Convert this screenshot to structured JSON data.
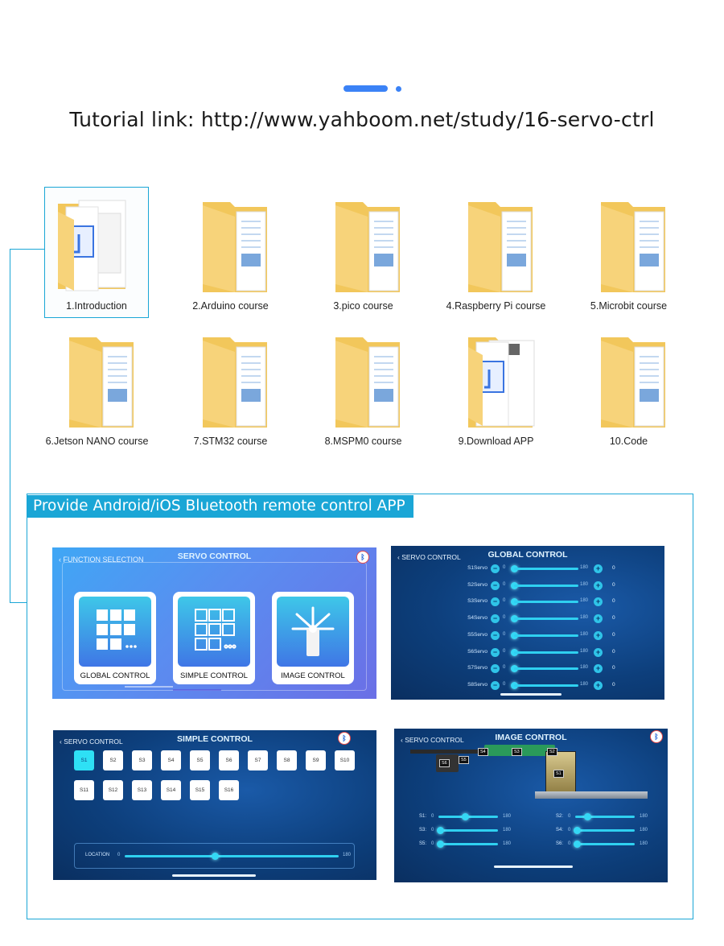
{
  "tutorial": {
    "text": "Tutorial link: http://www.yahboom.net/study/16-servo-ctrl"
  },
  "folders": [
    {
      "label": "1.Introduction",
      "icon": "document-folder-icon"
    },
    {
      "label": "2.Arduino course",
      "icon": "folder-icon"
    },
    {
      "label": "3.pico course",
      "icon": "folder-icon"
    },
    {
      "label": "4.Raspberry Pi course",
      "icon": "folder-icon"
    },
    {
      "label": "5.Microbit course",
      "icon": "folder-icon"
    },
    {
      "label": "6.Jetson NANO course",
      "icon": "folder-icon"
    },
    {
      "label": "7.STM32 course",
      "icon": "folder-icon"
    },
    {
      "label": "8.MSPM0 course",
      "icon": "folder-icon"
    },
    {
      "label": "9.Download APP",
      "icon": "document-folder-icon"
    },
    {
      "label": "10.Code",
      "icon": "folder-icon"
    }
  ],
  "app_banner": {
    "text": "Provide Android/iOS Bluetooth remote control APP"
  },
  "servo_control": {
    "back": "FUNCTION SELECTION",
    "title": "SERVO CONTROL",
    "cards": [
      "GLOBAL CONTROL",
      "SIMPLE CONTROL",
      "IMAGE CONTROL"
    ]
  },
  "global_control": {
    "back": "SERVO CONTROL",
    "title": "GLOBAL CONTROL",
    "min": "0",
    "max": "180",
    "rows": [
      {
        "name": "S1Servo",
        "value": "0"
      },
      {
        "name": "S2Servo",
        "value": "0"
      },
      {
        "name": "S3Servo",
        "value": "0"
      },
      {
        "name": "S4Servo",
        "value": "0"
      },
      {
        "name": "S5Servo",
        "value": "0"
      },
      {
        "name": "S6Servo",
        "value": "0"
      },
      {
        "name": "S7Servo",
        "value": "0"
      },
      {
        "name": "S8Servo",
        "value": "0"
      }
    ]
  },
  "simple_control": {
    "back": "SERVO CONTROL",
    "title": "SIMPLE CONTROL",
    "buttons": [
      "S1",
      "S2",
      "S3",
      "S4",
      "S5",
      "S6",
      "S7",
      "S8",
      "S9",
      "S10",
      "S11",
      "S12",
      "S13",
      "S14",
      "S15",
      "S16"
    ],
    "location_label": "LOCATION",
    "location_min": "0",
    "location_max": "180",
    "location_value": 0.42
  },
  "image_control": {
    "back": "SERVO CONTROL",
    "title": "IMAGE CONTROL",
    "tags": [
      "S1",
      "S2",
      "S3",
      "S4",
      "S5",
      "S6"
    ],
    "sliders": [
      {
        "label": "S1:",
        "min": "0",
        "max": "180"
      },
      {
        "label": "S2:",
        "min": "0",
        "max": "180"
      },
      {
        "label": "S3:",
        "min": "0",
        "max": "180"
      },
      {
        "label": "S4:",
        "min": "0",
        "max": "180"
      },
      {
        "label": "S5:",
        "min": "0",
        "max": "180"
      },
      {
        "label": "S6:",
        "min": "0",
        "max": "180"
      }
    ]
  },
  "colors": {
    "accent": "#1aa6d6",
    "deco": "#3b82f6",
    "folder": "#f7d37a",
    "slider": "#2fd0f0"
  }
}
